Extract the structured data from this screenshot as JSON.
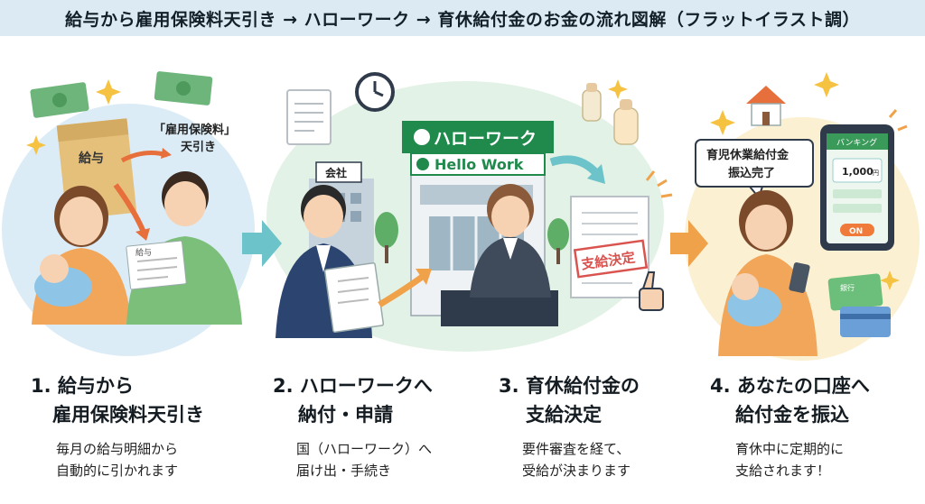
{
  "title": "給与から雇用保険料天引き → ハローワーク → 育休給付金のお金の流れ図解（フラットイラスト調）",
  "labels": {
    "envelope": "給与",
    "deduction_line1": "「雇用保険料」",
    "deduction_line2": "天引き",
    "payslip": "給与",
    "company": "会社",
    "hellowork_jp": "ハローワーク",
    "hellowork_en": "Hello Work",
    "approval_stamp": "支給決定",
    "bubble_line1": "育児休業給付金",
    "bubble_line2": "振込完了",
    "banking_app": "バンキング",
    "balance": "1,000",
    "yen": "円",
    "on_button": "ON",
    "bank_card": "銀行"
  },
  "steps": [
    {
      "line1": "1. 給与から",
      "line2": "雇用保険料天引き",
      "desc1": "毎月の給与明細から",
      "desc2": "自動的に引かれます"
    },
    {
      "line1": "2. ハローワークへ",
      "line2": "納付・申請",
      "desc1": "国（ハローワーク）へ",
      "desc2": "届け出・手続き"
    },
    {
      "line1": "3. 育休給付金の",
      "line2": "支給決定",
      "desc1": "要件審査を経て、",
      "desc2": "受給が決まります"
    },
    {
      "line1": "4. あなたの口座へ",
      "line2": "給付金を振込",
      "desc1": "育休中に定期的に",
      "desc2": "支給されます！"
    }
  ],
  "colors": {
    "title_bg": "#dcebf3",
    "panel_blue": "#dcecf6",
    "panel_green": "#e3f2e6",
    "panel_yellow": "#fbf0d2",
    "hellowork_green": "#1f8a4c",
    "arrow_teal": "#6cc3c9",
    "arrow_orange": "#f0a24a",
    "stamp_red": "#d9534f"
  }
}
